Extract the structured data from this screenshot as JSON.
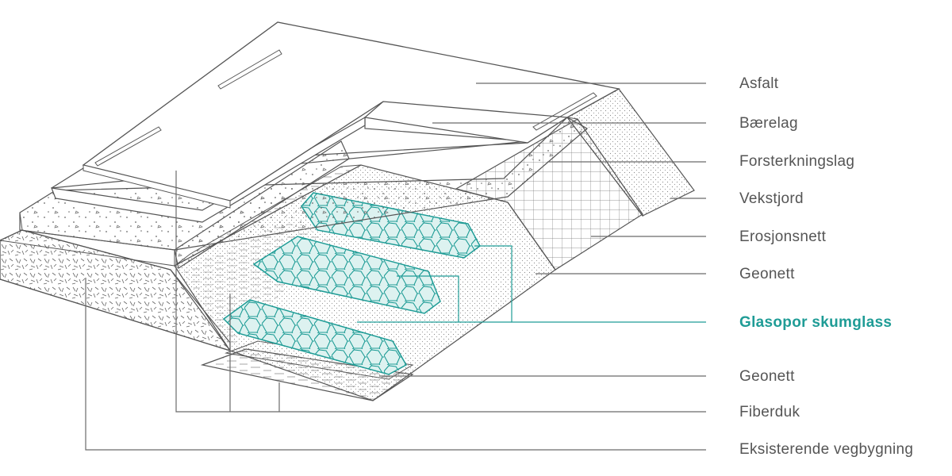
{
  "labels": {
    "asfalt": "Asfalt",
    "baerelag": "Bærelag",
    "forsterkningslag": "Forsterkningslag",
    "vekstjord": "Vekstjord",
    "erosjonsnett": "Erosjonsnett",
    "geonett_top": "Geonett",
    "glasopor": "Glasopor skumglass",
    "geonett_bottom": "Geonett",
    "fiberduk": "Fiberduk",
    "eksisterende": "Eksisterende vegbygning"
  },
  "colors": {
    "line": "#555555",
    "text": "#555555",
    "highlight": "#1f9c96",
    "glass_fill": "#ddf2f0",
    "leader": "#6b6b6b"
  }
}
